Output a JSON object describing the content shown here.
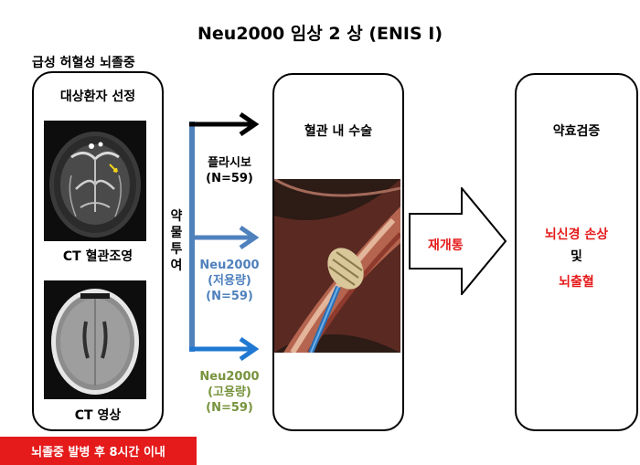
{
  "title": "Neu2000 임상 2 상 (ENIS I)",
  "stroke_type": "급성 허혈성 뇌졸중",
  "selection_panel": {
    "label": "대상환자 선정",
    "angio_caption": "CT 혈관조영",
    "ct_caption": "CT 영상"
  },
  "time_window": "뇌졸중 발병 후 8시간 이내",
  "drug_admin": [
    "약",
    "물",
    "투",
    "여"
  ],
  "arms": [
    {
      "line1": "플라시보",
      "line2": "(N=59)",
      "line3": "",
      "color": "#000000",
      "text_color": "#000000"
    },
    {
      "line1": "Neu2000",
      "line2": "(저용량)",
      "line3": "(N=59)",
      "color": "#4f81bd",
      "text_color": "#4f81bd"
    },
    {
      "line1": "Neu2000",
      "line2": "(고용량)",
      "line3": "(N=59)",
      "color": "#1f78d1",
      "text_color": "#77933c"
    }
  ],
  "surgery_panel": {
    "label": "혈관 내 수술"
  },
  "recanalization": "재개통",
  "efficacy_panel": {
    "label": "약효검증",
    "outcome_1": "뇌신경 손상",
    "outcome_and": "및",
    "outcome_2": "뇌출혈",
    "outcome_color": "#e51a1a"
  }
}
